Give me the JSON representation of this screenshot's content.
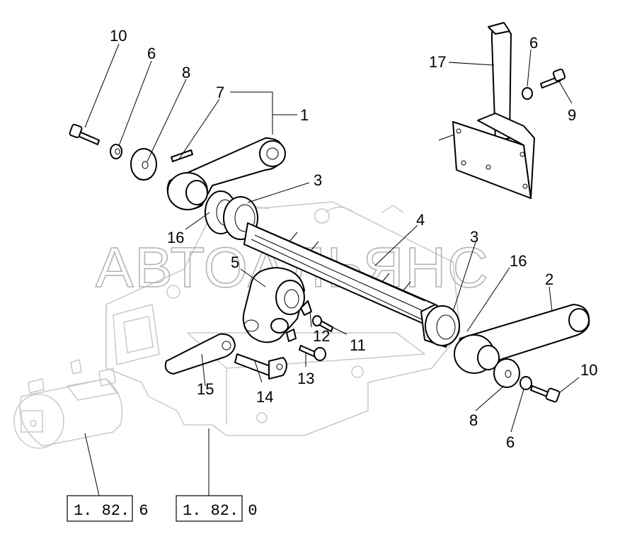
{
  "watermark": "АВТОАЛЬЯНС",
  "callouts": {
    "c10a": "10",
    "c6a": "6",
    "c8a": "8",
    "c7": "7",
    "c1": "1",
    "c3a": "3",
    "c16a": "16",
    "c4": "4",
    "c5": "5",
    "c3b": "3",
    "c16b": "16",
    "c2": "2",
    "c12": "12",
    "c11": "11",
    "c13": "13",
    "c15": "15",
    "c14": "14",
    "c10b": "10",
    "c8b": "8",
    "c6b": "6",
    "c17": "17",
    "c6c": "6",
    "c9": "9"
  },
  "references": {
    "ref1": "1. 82. 6",
    "ref2": "1. 82. 0"
  }
}
